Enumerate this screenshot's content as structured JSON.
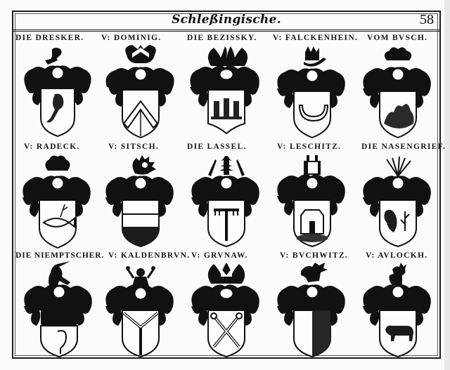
{
  "page": {
    "title": "Schleßingische.",
    "page_number": "58"
  },
  "rows": [
    {
      "entries": [
        {
          "name": "DIE DRESKER.",
          "charge": "bird-leg",
          "crest": "bird-leg"
        },
        {
          "name": "V: DOMINIG.",
          "charge": "chevron",
          "crest": "wings-chevron"
        },
        {
          "name": "DIE BEZISSKY.",
          "charge": "towers",
          "crest": "wings"
        },
        {
          "name": "V: FALCKENHEIN.",
          "charge": "horn",
          "crest": "horn-feathers"
        },
        {
          "name": "VOM BVSCH.",
          "charge": "bush",
          "crest": "feathers"
        }
      ]
    },
    {
      "entries": [
        {
          "name": "V: RADECK.",
          "charge": "fish",
          "crest": "feathers"
        },
        {
          "name": "V: SITSCH.",
          "charge": "fess",
          "crest": "wing"
        },
        {
          "name": "DIE LASSEL.",
          "charge": "tree",
          "crest": "arrows-feathers"
        },
        {
          "name": "V: LESCHITZ.",
          "charge": "tower",
          "crest": "tower"
        },
        {
          "name": "DIE NASENGRIEF.",
          "charge": "branches",
          "crest": "arrows"
        }
      ]
    },
    {
      "entries": [
        {
          "name": "DIE NIEMPTSCHER.",
          "charge": "unicorn",
          "crest": "unicorn"
        },
        {
          "name": "V: KALDENBRVN.",
          "charge": "pall",
          "crest": "figure"
        },
        {
          "name": "V: GRVNAW.",
          "charge": "saltire-keys",
          "crest": "wings"
        },
        {
          "name": "V: BVCHWITZ.",
          "charge": "per-pale",
          "crest": "eagle"
        },
        {
          "name": "V: AVLOCKH.",
          "charge": "boar",
          "crest": "stag"
        }
      ]
    }
  ]
}
